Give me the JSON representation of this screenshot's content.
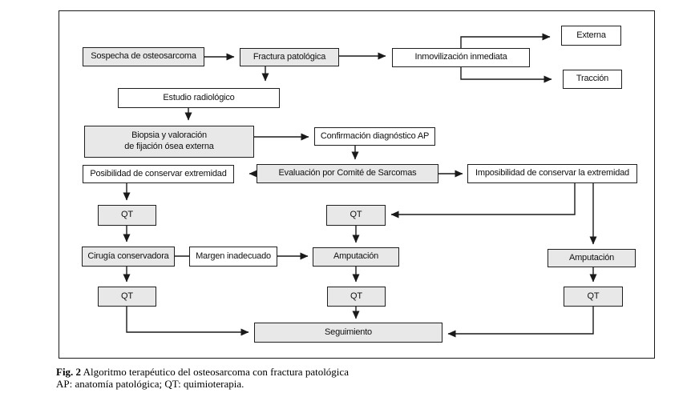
{
  "figure": {
    "label": "Fig. 2",
    "title": " Algoritmo terapéutico del osteosarcoma con fractura patológica",
    "abbreviations": "AP: anatomía patológica; QT: quimioterapia."
  },
  "colors": {
    "node_fill_shaded": "#e8e8e8",
    "node_fill_plain": "#ffffff",
    "line_stroke": "#1a1a1a",
    "background": "#ffffff"
  },
  "nodes": {
    "sospecha": {
      "label": "Sospecha de osteosarcoma"
    },
    "fractura": {
      "label": "Fractura patológica"
    },
    "inmovilizacion": {
      "label": "Inmovilización inmediata"
    },
    "externa": {
      "label": "Externa"
    },
    "traccion": {
      "label": "Tracción"
    },
    "estudio": {
      "label": "Estudio radiológico"
    },
    "biopsia": {
      "line1": "Biopsia y valoración",
      "line2": "de fijación ósea externa"
    },
    "confirmacion": {
      "label": "Confirmación diagnóstico AP"
    },
    "evaluacion": {
      "label": "Evaluación por Comité de Sarcomas"
    },
    "posibilidad": {
      "label": "Posibilidad de conservar extremidad"
    },
    "imposibilidad": {
      "label": "Imposibilidad de conservar la extremidad"
    },
    "qt_left_top": {
      "label": "QT"
    },
    "cirugia": {
      "label": "Cirugía conservadora"
    },
    "margen": {
      "label": "Margen inadecuado"
    },
    "qt_central_top": {
      "label": "QT"
    },
    "amputacion_central": {
      "label": "Amputación"
    },
    "qt_left_bottom": {
      "label": "QT"
    },
    "qt_central_bottom": {
      "label": "QT"
    },
    "amputacion_right": {
      "label": "Amputación"
    },
    "qt_right": {
      "label": "QT"
    },
    "seguimiento": {
      "label": "Seguimiento"
    }
  }
}
